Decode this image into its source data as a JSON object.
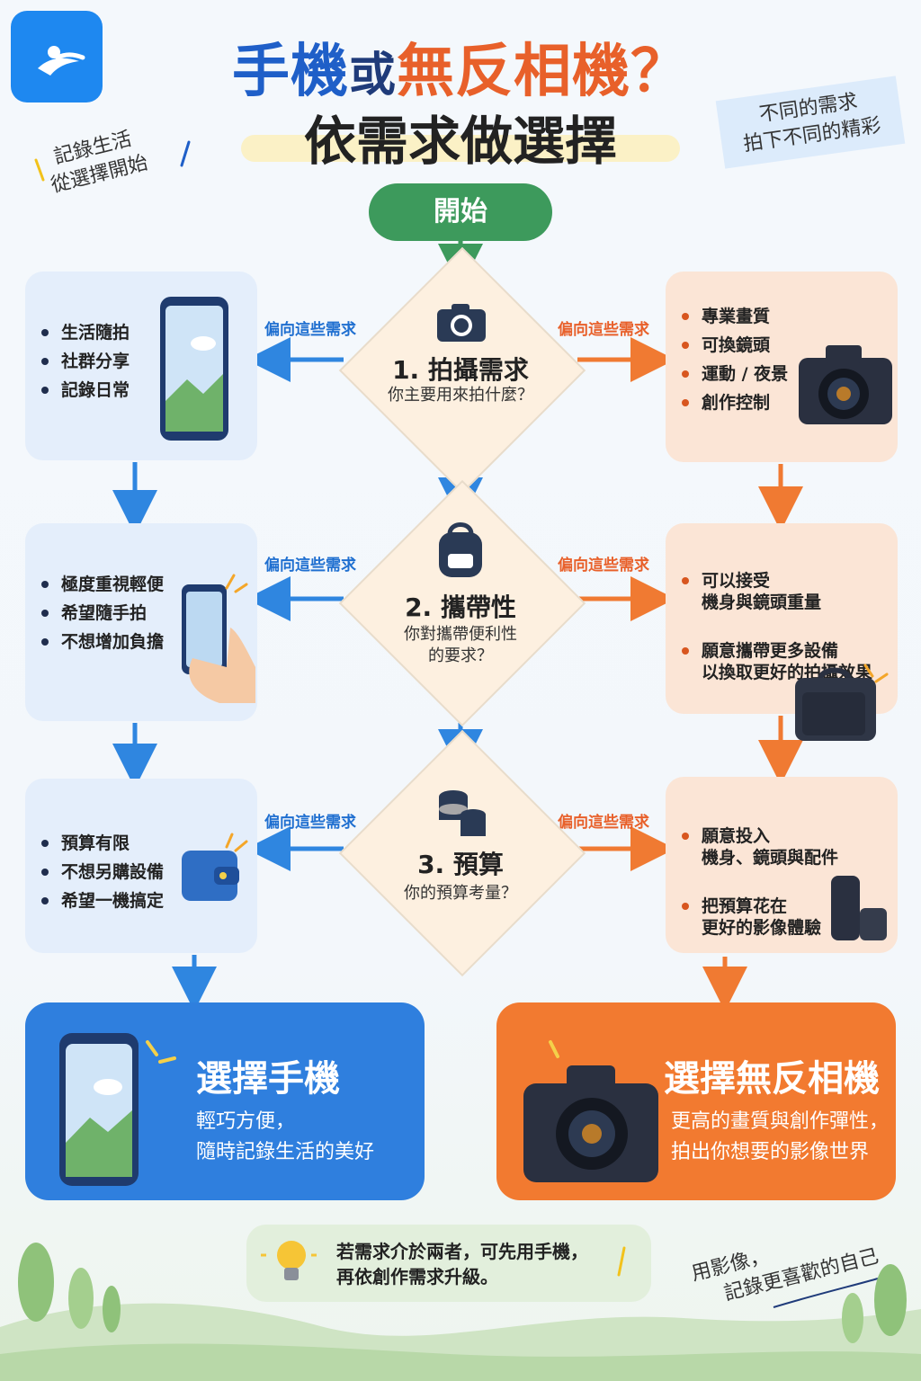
{
  "title": {
    "part1": "手機",
    "part2": "或",
    "part3": "無反相機？",
    "line2": "依需求做選擇"
  },
  "notes": {
    "left": [
      "記錄生活",
      "從選擇開始"
    ],
    "right": [
      "不同的需求",
      "拍下不同的精彩"
    ],
    "bottom_right": [
      "用影像，",
      "記錄更喜歡的自己"
    ]
  },
  "start": "開始",
  "edge_label": "偏向這些需求",
  "steps": [
    {
      "title": "1. 拍攝需求",
      "question": [
        "你主要用來拍什麼？"
      ],
      "left": [
        "生活隨拍",
        "社群分享",
        "記錄日常"
      ],
      "right": [
        "專業畫質",
        "可換鏡頭",
        "運動 / 夜景",
        "創作控制"
      ]
    },
    {
      "title": "2. 攜帶性",
      "question": [
        "你對攜帶便利性",
        "的要求？"
      ],
      "left": [
        "極度重視輕便",
        "希望隨手拍",
        "不想增加負擔"
      ],
      "right": [
        "可以接受\n機身與鏡頭重量",
        "願意攜帶更多設備\n以換取更好的拍攝效果"
      ]
    },
    {
      "title": "3. 預算",
      "question": [
        "你的預算考量？"
      ],
      "left": [
        "預算有限",
        "不想另購設備",
        "希望一機搞定"
      ],
      "right": [
        "願意投入\n機身、鏡頭與配件",
        "把預算花在\n更好的影像體驗"
      ]
    }
  ],
  "results": {
    "phone": {
      "title": "選擇手機",
      "desc": [
        "輕巧方便，",
        "隨時記錄生活的美好"
      ]
    },
    "camera": {
      "title": "選擇無反相機",
      "desc": [
        "更高的畫質與創作彈性，",
        "拍出你想要的影像世界"
      ]
    }
  },
  "tip": [
    "若需求介於兩者，可先用手機，",
    "再依創作需求升級。"
  ],
  "colors": {
    "blue": "#2f7fde",
    "orange": "#f27a30",
    "green": "#3d9a5c",
    "dark_blue": "#1f5fc8"
  },
  "icons": [
    "logo-icon",
    "camera-icon",
    "backpack-icon",
    "coins-icon",
    "phone-icon",
    "hand-phone-icon",
    "wallet-icon",
    "dslr-icon",
    "camera-bag-icon",
    "lens-icon",
    "lightbulb-icon"
  ]
}
